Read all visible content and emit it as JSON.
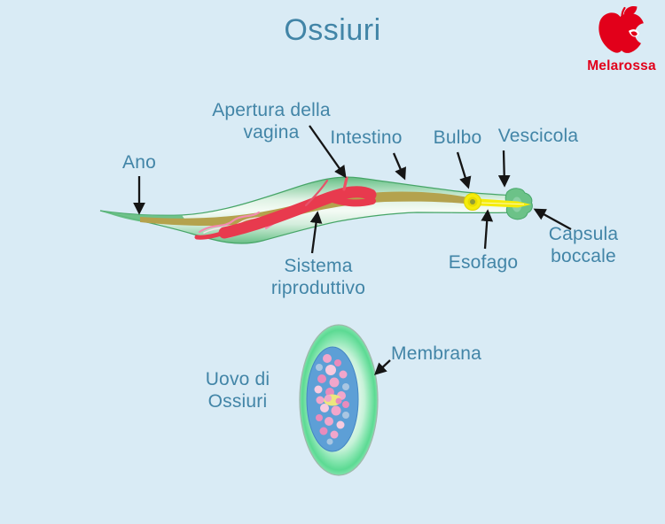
{
  "title": "Ossiuri",
  "brand": {
    "name": "Melarossa"
  },
  "worm": {
    "labels": {
      "ano": "Ano",
      "apertura_vagina": "Apertura della\nvagina",
      "intestino": "Intestino",
      "bulbo": "Bulbo",
      "vescicola": "Vescicola",
      "esofago": "Esofago",
      "capsula_boccale": "Capsula\nboccale",
      "sistema_riproduttivo": "Sistema\nriproduttivo"
    }
  },
  "egg": {
    "labels": {
      "uovo": "Uovo di\nOssiuri",
      "membrana": "Membrana"
    }
  },
  "colors": {
    "background": "#d9ebf5",
    "label_text": "#4285a7",
    "brand_red": "#e2001a",
    "worm_body_green": "#5cb87a",
    "intestine_tan": "#b4a24d",
    "reproductive_red": "#e83a4e",
    "esophagus_yellow": "#f5ec0a",
    "bulb_center_olive": "#8f9c36",
    "egg_membrane_green": "#5cda93",
    "egg_inner_blue": "#5d9fd6",
    "egg_yolk_yellow": "#ece67e",
    "arrow_black": "#151515"
  }
}
